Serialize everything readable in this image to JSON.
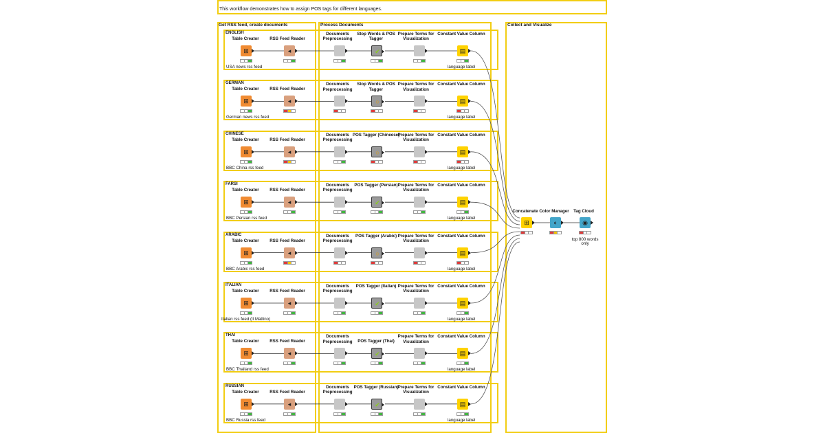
{
  "header_text": "This workflow demonstrates how to assign POS tags for different languages.",
  "annotations": {
    "get_rss": "Get RSS feed, create documents",
    "process": "Process Documents",
    "collect": "Collect and Visualize"
  },
  "node_titles": {
    "table_creator": "Table Creator",
    "rss_reader": "RSS Feed Reader",
    "preproc": "Documents Preprocessing",
    "prepare": "Prepare Terms for Visualization",
    "cvc": "Constant Value Column"
  },
  "lang_label_note": "language label",
  "rows": [
    {
      "title": "ENGLISH",
      "tagger": "Stop Words & POS Tagger",
      "feed": "USA news rss feed",
      "status": {
        "tc": "ok",
        "rss": "ok",
        "pre": "ok",
        "tag": "ok",
        "prep": "ok",
        "cvc": "ok"
      }
    },
    {
      "title": "GERMAN",
      "tagger": "Stop Words & POS Tagger",
      "feed": "German news rss feed",
      "status": {
        "tc": "ok",
        "rss": "warn",
        "pre": "red",
        "tag": "red",
        "prep": "red",
        "cvc": "red"
      }
    },
    {
      "title": "CHINESE",
      "tagger": "POS Tagger (Chineese)",
      "feed": "BBC China rss feed",
      "status": {
        "tc": "ok",
        "rss": "warn",
        "pre": "ok",
        "tag": "red",
        "prep": "red",
        "cvc": "red"
      }
    },
    {
      "title": "FARSI",
      "tagger": "POS Tagger (Persian)",
      "feed": "BBC Persian rss feed",
      "status": {
        "tc": "ok",
        "rss": "ok",
        "pre": "ok",
        "tag": "ok",
        "prep": "ok",
        "cvc": "ok"
      }
    },
    {
      "title": "ARABIC",
      "tagger": "POS Tagger (Arabic)",
      "feed": "BBC Arabic rss feed",
      "status": {
        "tc": "ok",
        "rss": "warn",
        "pre": "red",
        "tag": "red",
        "prep": "red",
        "cvc": "red"
      }
    },
    {
      "title": "ITALIAN",
      "tagger": "POS Tagger (Italian)",
      "feed": "Italian rss feed (Il Mattino)",
      "status": {
        "tc": "ok",
        "rss": "ok",
        "pre": "ok",
        "tag": "ok",
        "prep": "ok",
        "cvc": "ok"
      }
    },
    {
      "title": "THAI",
      "tagger": "POS Tagger (Thai)",
      "feed": "BBC Thailand rss feed",
      "status": {
        "tc": "ok",
        "rss": "ok",
        "pre": "ok",
        "tag": "ok",
        "prep": "ok",
        "cvc": "ok"
      }
    },
    {
      "title": "RUSSIAN",
      "tagger": "POS Tagger (Russian)",
      "feed": "BBC Russia rss feed",
      "status": {
        "tc": "ok",
        "rss": "ok",
        "pre": "ok",
        "tag": "ok",
        "prep": "ok",
        "cvc": "ok"
      }
    }
  ],
  "collect": {
    "concatenate": "Concatenate",
    "color_manager": "Color Manager",
    "tag_cloud": "Tag Cloud",
    "tag_cloud_note": "top 800 words only",
    "status": {
      "concat": "red",
      "color": "warn",
      "cloud": "red"
    }
  },
  "icons": {
    "table_creator": "table-plus-icon",
    "rss_reader": "rss-reader-icon",
    "tagger_ok": "check-icon",
    "tagger_err": "circle-icon",
    "concatenate": "concatenate-icon",
    "color_manager": "color-manager-icon",
    "tag_cloud": "eye-icon"
  },
  "colors": {
    "annotation_border": "#f2cd11",
    "source_node": "#f08b32",
    "reader_node": "#d9a07e",
    "manipulator_node": "#ffd200",
    "view_node": "#43a5c9",
    "status_green": "#3fb73f",
    "status_yellow": "#f5c400",
    "status_red": "#e03a3a"
  }
}
